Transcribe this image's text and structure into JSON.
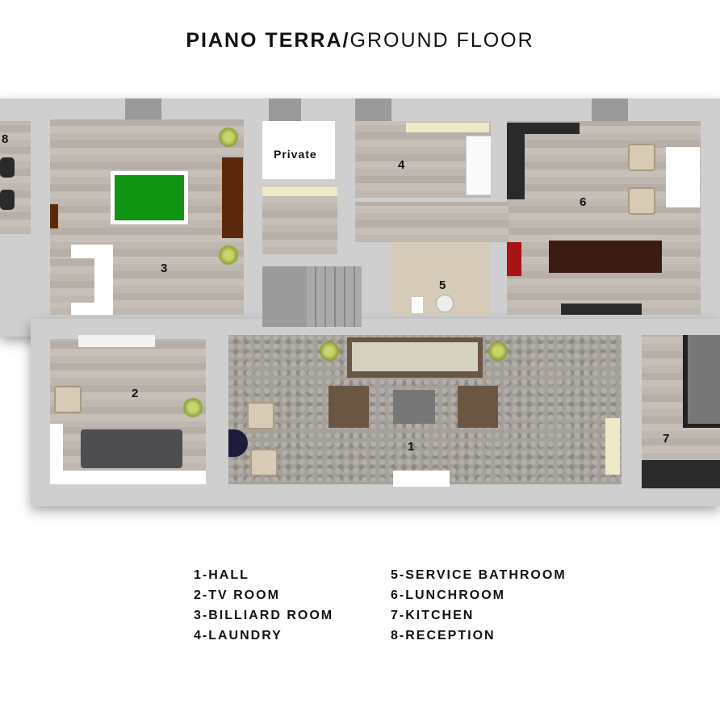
{
  "title": {
    "bold": "PIANO TERRA/",
    "regular": "GROUND FLOOR"
  },
  "room_labels": {
    "r1": "1",
    "r2": "2",
    "r3": "3",
    "r4": "4",
    "r5": "5",
    "r6": "6",
    "r7": "7",
    "r8": "8",
    "private": "Private"
  },
  "legend": [
    "1-HALL",
    "2-TV ROOM",
    "3-BILLIARD ROOM",
    "4-LAUNDRY",
    "5-SERVICE BATHROOM",
    "6-LUNCHROOM",
    "7-KITCHEN",
    "8-RECEPTION"
  ],
  "colors": {
    "wall": "#cfcfcf",
    "billiard_felt": "#119411",
    "kitchen_dark": "#2a2a2a",
    "bathroom": "#d6cbb8"
  }
}
